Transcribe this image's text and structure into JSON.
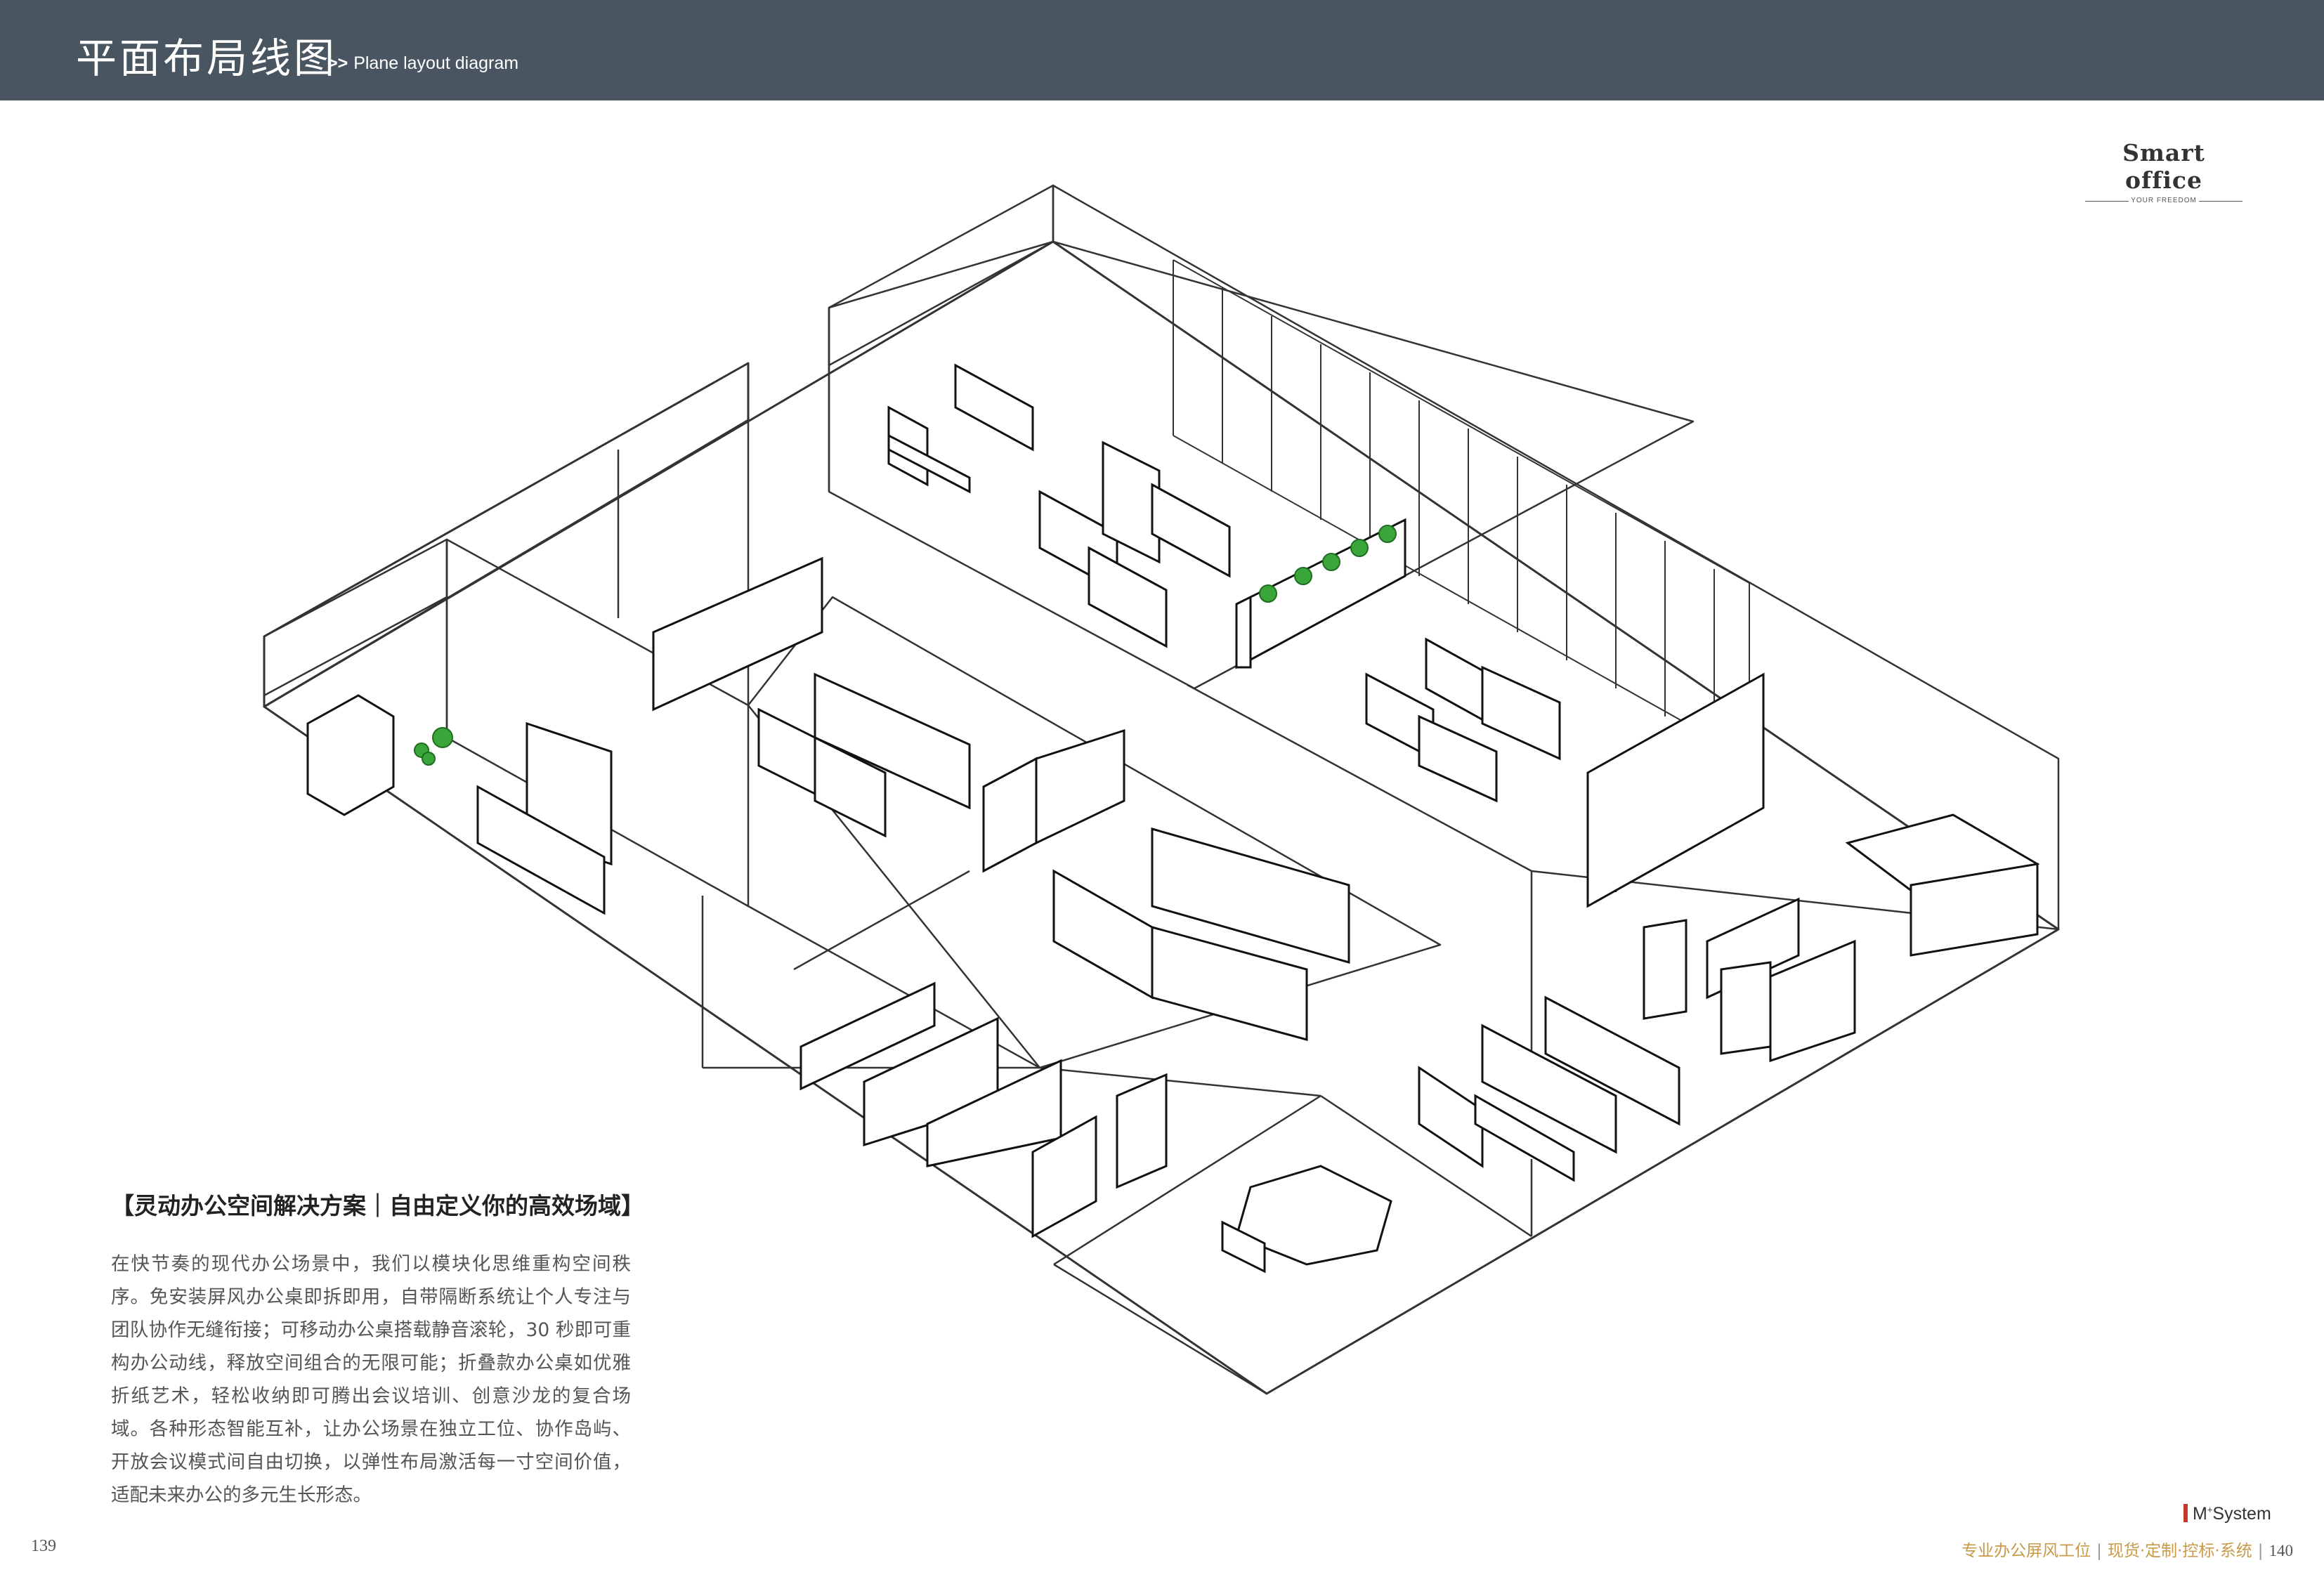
{
  "header": {
    "title_zh": "平面布局线图",
    "arrows": ">>",
    "title_en": "Plane layout diagram"
  },
  "brand": {
    "name": "Smart office",
    "tagline": "YOUR FREEDOM"
  },
  "article": {
    "heading": "【灵动办公空间解决方案｜自由定义你的高效场域】",
    "body": "在快节奏的现代办公场景中，我们以模块化思维重构空间秩序。免安装屏风办公桌即拆即用，自带隔断系统让个人专注与团队协作无缝衔接；可移动办公桌搭载静音滚轮，30 秒即可重构办公动线，释放空间组合的无限可能；折叠款办公桌如优雅折纸艺术，轻松收纳即可腾出会议培训、创意沙龙的复合场域。各种形态智能互补，让办公场景在独立工位、协作岛屿、开放会议模式间自由切换，以弹性布局激活每一寸空间价值，适配未来办公的多元生长形态。"
  },
  "footer": {
    "page_left": "139",
    "brand_mark": "M",
    "brand_mark_sup": "+",
    "brand_system": "System",
    "tagline": "专业办公屏风工位",
    "services": "现货·定制·控标·系统",
    "page_right": "140"
  },
  "colors": {
    "header_bg": "#4a5562",
    "accent_gold": "#c89a48",
    "plant_green": "#3aa63a",
    "brand_red": "#c0392b"
  }
}
